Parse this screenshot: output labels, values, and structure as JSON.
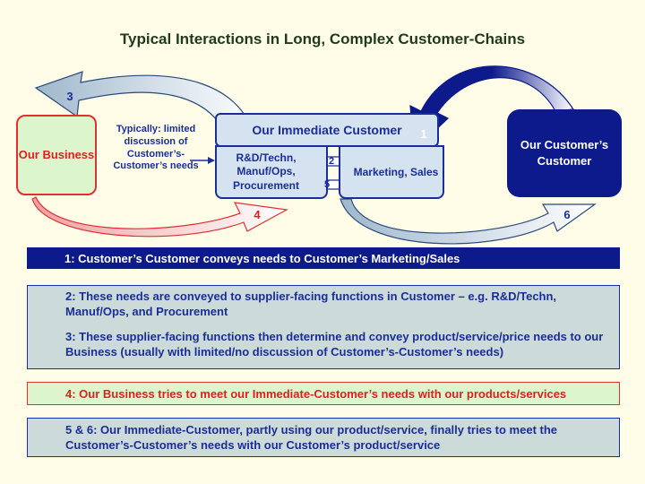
{
  "title": "Typical Interactions in Long, Complex Customer-Chains",
  "boxes": {
    "our_business": "Our Business",
    "immediate_customer": "Our Immediate Customer",
    "rd_functions": "R&D/Techn, Manuf/Ops, Procurement",
    "marketing_sales": "Marketing, Sales",
    "customers_customer": "Our Customer’s Customer"
  },
  "limited_note": "Typically: limited discussion of Customer’s-Customer’s needs",
  "arrow_numbers": {
    "n1": "1",
    "n2": "2",
    "n3": "3",
    "n4": "4",
    "n5": "5",
    "n6": "6"
  },
  "colors": {
    "navy": "#0c1a8c",
    "red": "#e03030",
    "light_green": "#ddf5cc",
    "light_blue": "#d5e2ef",
    "grey_blue": "#ccdbd9"
  },
  "explanations": {
    "step1": "1: Customer’s Customer conveys needs to Customer’s Marketing/Sales",
    "step2": "2: These needs are conveyed to supplier-facing functions in Customer – e.g. R&D/Techn, Manuf/Ops, and Procurement",
    "step3": "3: These supplier-facing functions then determine and convey product/service/price needs to our Business (usually with limited/no discussion of Customer’s-Customer’s needs)",
    "step4": "4: Our Business tries to meet our Immediate-Customer’s needs with our products/services",
    "step56": "5 & 6: Our Immediate-Customer, partly using our product/service, finally tries to meet the Customer’s-Customer’s needs with our Customer’s product/service"
  }
}
